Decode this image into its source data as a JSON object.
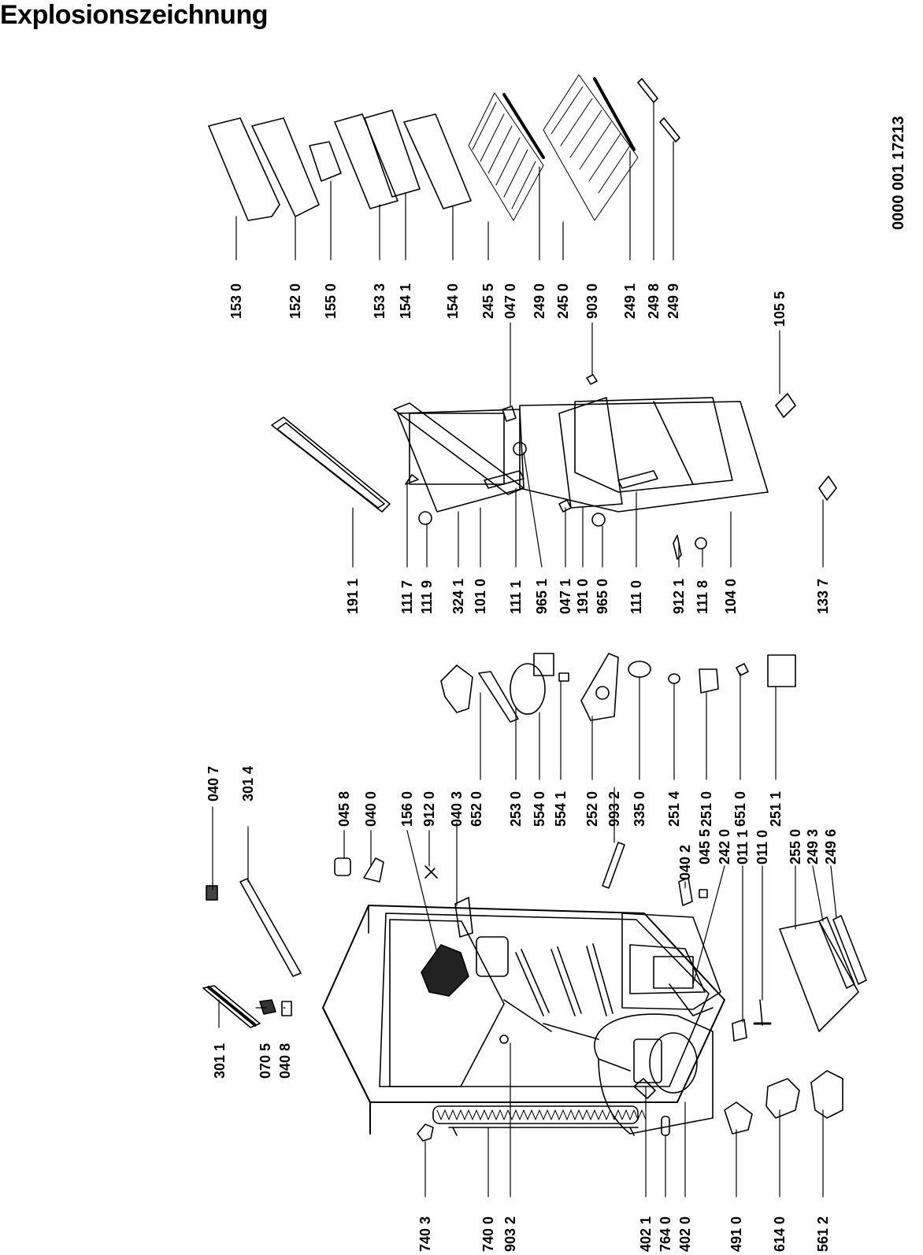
{
  "title": "Explosionszeichnung",
  "document_number": "0000 001 17213",
  "part_labels": [
    "301 1",
    "070 5",
    "040 8",
    "040 7",
    "301 4",
    "045 8",
    "040 0",
    "156 0",
    "912 0",
    "040 3",
    "652 0",
    "253 0",
    "554 0",
    "554 1",
    "252 0",
    "993 2",
    "335 0",
    "251 4",
    "251 0",
    "651 0",
    "251 1",
    "040 2",
    "045 5",
    "242 0",
    "011 1",
    "011 0",
    "255 0",
    "249 3",
    "249 6",
    "740 3",
    "740 0",
    "903 2",
    "402 1",
    "764 0",
    "402 0",
    "491 0",
    "614 0",
    "561 2",
    "191 1",
    "111 7",
    "111 9",
    "324 1",
    "101 0",
    "111 1",
    "965 1",
    "047 1",
    "191 0",
    "965 0",
    "111 0",
    "912 1",
    "111 8",
    "104 0",
    "133 7",
    "153 0",
    "152 0",
    "155 0",
    "153 3",
    "154 1",
    "154 0",
    "245 5",
    "047 0",
    "249 0",
    "245 0",
    "903 0",
    "249 1",
    "249 8",
    "249 9",
    "105 5"
  ]
}
